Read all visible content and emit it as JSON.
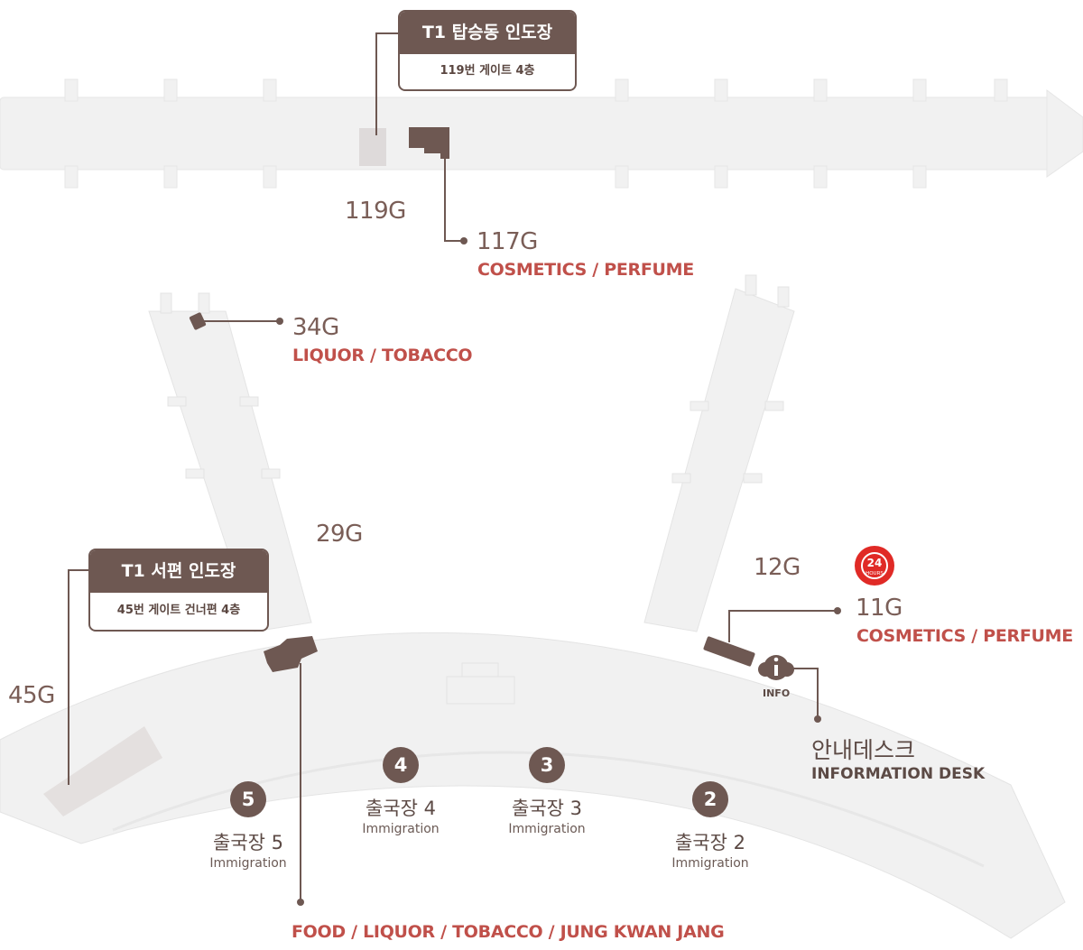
{
  "halls": {
    "top": {
      "title": "T1 탑승동 인도장",
      "sub": "119번 게이트 4층"
    },
    "west": {
      "title": "T1 서편 인도장",
      "sub": "45번 게이트 건너편 4층"
    }
  },
  "gates": {
    "g119": "119G",
    "g117": "117G",
    "g34": "34G",
    "g29": "29G",
    "g12": "12G",
    "g11": "11G",
    "g45": "45G"
  },
  "categories": {
    "c117": "COSMETICS / PERFUME",
    "c34": "LIQUOR / TOBACCO",
    "c11": "COSMETICS / PERFUME",
    "center": "FOOD / LIQUOR / TOBACCO / JUNG KWAN JANG"
  },
  "immigration": [
    {
      "num": "5",
      "name": "출국장 5",
      "en": "Immigration"
    },
    {
      "num": "4",
      "name": "출국장 4",
      "en": "Immigration"
    },
    {
      "num": "3",
      "name": "출국장 3",
      "en": "Immigration"
    },
    {
      "num": "2",
      "name": "출국장 2",
      "en": "Immigration"
    }
  ],
  "info_desk": {
    "icon_label": "INFO",
    "ko": "안내데스크",
    "en": "INFORMATION DESK"
  },
  "badge24": {
    "num": "24",
    "text": "HOURS"
  },
  "colors": {
    "store": "#6e5852",
    "category": "#c0504a",
    "floor": "#f2f2f2",
    "badge24": "#e02a26"
  }
}
